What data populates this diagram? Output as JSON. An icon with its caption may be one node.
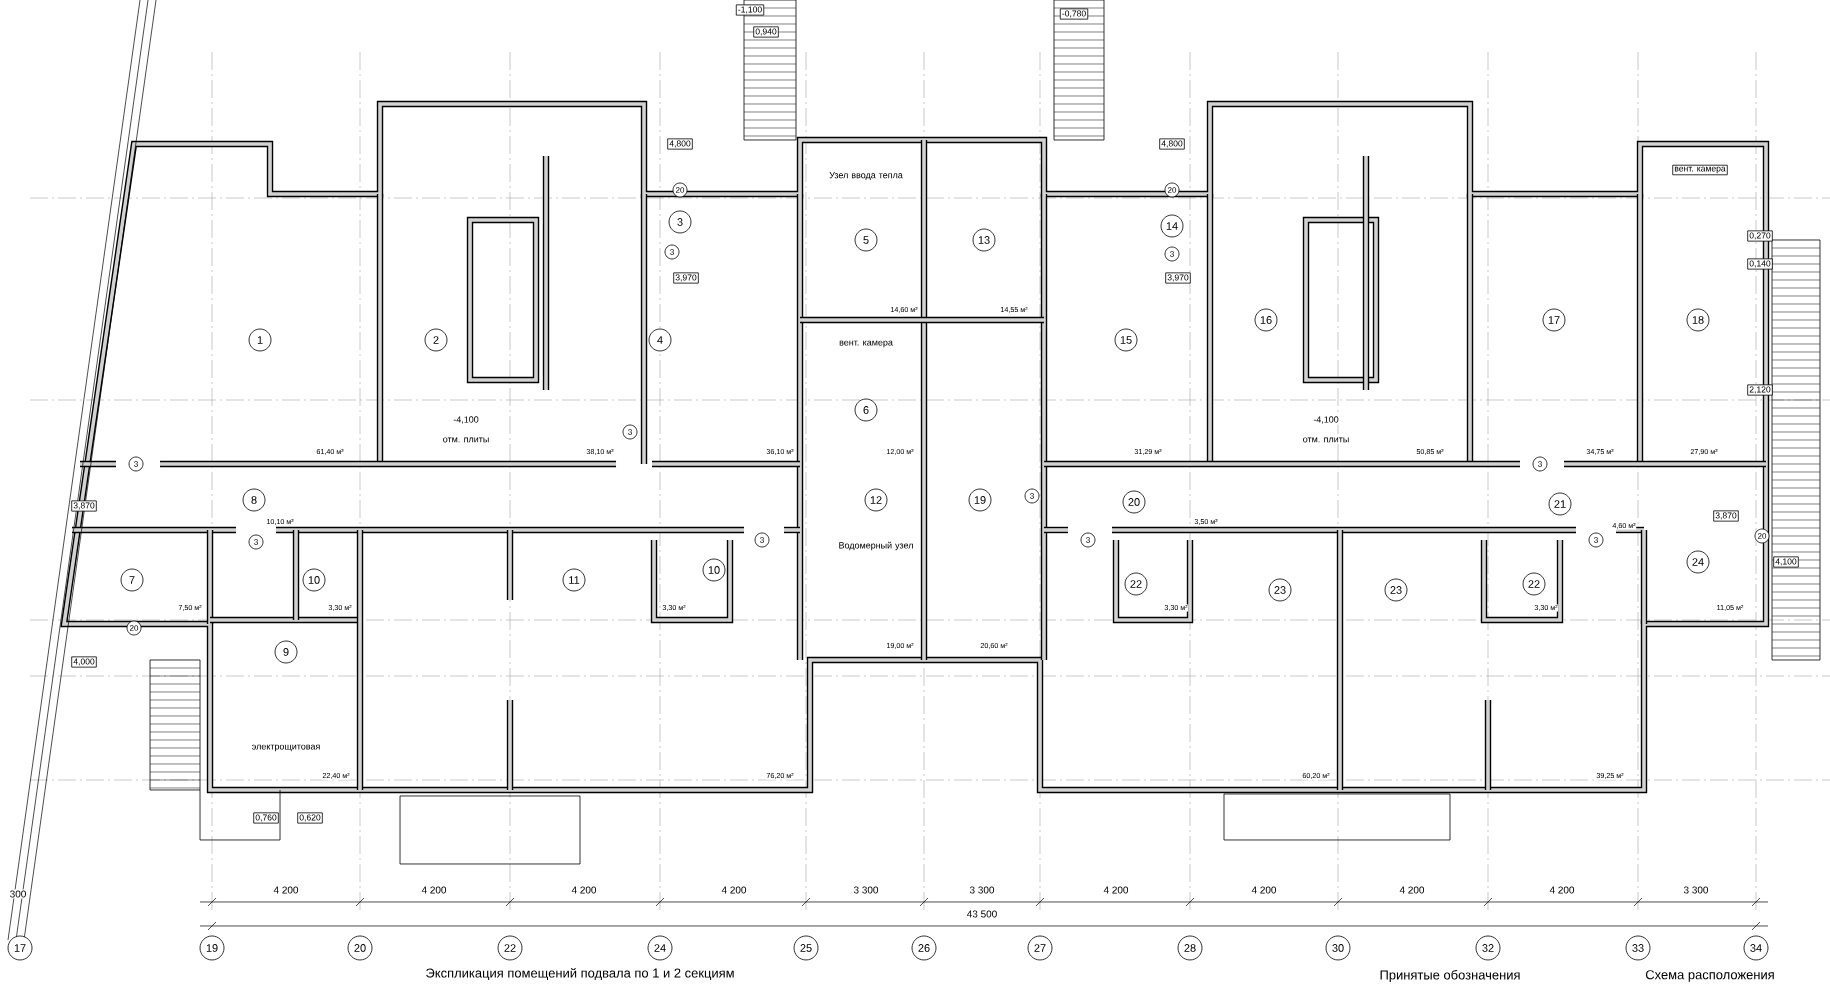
{
  "diagram": {
    "labels": [
      "-1,100",
      "0,940",
      "-0,780",
      "4,800",
      "4,800",
      "вент. камера",
      "Узел ввода тепла",
      "20",
      "20",
      "3",
      "14",
      "5",
      "13",
      "0,270",
      "3",
      "3",
      "0,140",
      "3,970",
      "3,970",
      "14,60 м²",
      "14,55 м²",
      "1",
      "2",
      "4",
      "15",
      "16",
      "17",
      "18",
      "вент. камера",
      "2,120",
      "6",
      "-4,100",
      "отм. плиты",
      "-4,100",
      "отм. плиты",
      "3",
      "61,40 м²",
      "38,10 м²",
      "36,10 м²",
      "12,00 м²",
      "31,29 м²",
      "50,85 м²",
      "34,75 м²",
      "27,90 м²",
      "3",
      "3",
      "3",
      "3,870",
      "8",
      "12",
      "19",
      "20",
      "21",
      "3,870",
      "10,10 м²",
      "3,50 м²",
      "4,60 м²",
      "Водомерный узел",
      "3",
      "3",
      "3",
      "3",
      "20",
      "24",
      "4,100",
      "7",
      "10",
      "11",
      "10",
      "22",
      "23",
      "23",
      "22",
      "7,50 м²",
      "3,30 м²",
      "3,30 м²",
      "3,30 м²",
      "3,30 м²",
      "11,05 м²",
      "20",
      "19,00 м²",
      "20,60 м²",
      "9",
      "4,000",
      "электрощитовая",
      "22,40 м²",
      "76,20 м²",
      "60,20 м²",
      "39,25 м²",
      "0,760",
      "0,620",
      "300",
      "4 200",
      "4 200",
      "4 200",
      "4 200",
      "3 300",
      "3 300",
      "4 200",
      "4 200",
      "4 200",
      "4 200",
      "3 300",
      "43 500",
      "17",
      "19",
      "20",
      "22",
      "24",
      "25",
      "26",
      "27",
      "28",
      "30",
      "32",
      "33",
      "34",
      "Экспликация помещений подвала по 1 и 2 секциям",
      "Принятые обозначения",
      "Схема расположения"
    ]
  }
}
